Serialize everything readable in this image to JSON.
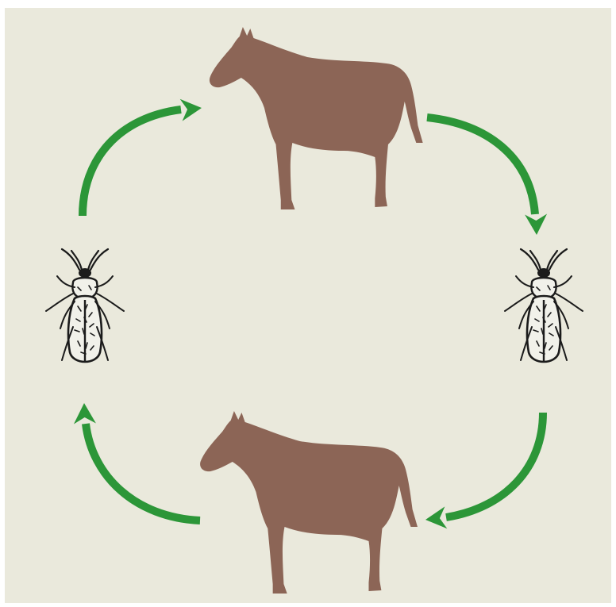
{
  "diagram": {
    "type": "transmission-cycle",
    "colors": {
      "panel": "#eae9dc",
      "horse": "#8c6556",
      "arrow": "#2c9638",
      "insect_ink": "#1b1b1b",
      "insect_fill": "#f1f1ea"
    },
    "nodes": [
      {
        "id": "horse-top",
        "icon": "horse-silhouette"
      },
      {
        "id": "insect-right",
        "icon": "biting-fly-insect"
      },
      {
        "id": "horse-bottom",
        "icon": "horse-silhouette"
      },
      {
        "id": "insect-left",
        "icon": "biting-fly-insect"
      }
    ],
    "flows": [
      {
        "from": "horse-top",
        "to": "insect-right",
        "icon": "curved-arrow-clockwise"
      },
      {
        "from": "insect-right",
        "to": "horse-bottom",
        "icon": "curved-arrow-clockwise"
      },
      {
        "from": "horse-bottom",
        "to": "insect-left",
        "icon": "curved-arrow-clockwise"
      },
      {
        "from": "insect-left",
        "to": "horse-top",
        "icon": "curved-arrow-clockwise"
      }
    ]
  }
}
